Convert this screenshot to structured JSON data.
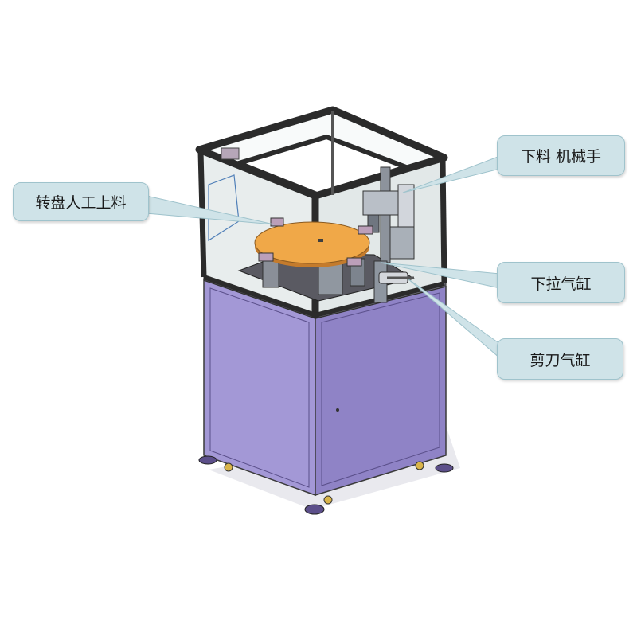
{
  "callouts": {
    "turntable_loading": "转盘人工上料",
    "unloading_robot": "下料 机械手",
    "pull_down_cylinder": "下拉气缸",
    "cutter_cylinder": "剪刀气缸"
  },
  "colors": {
    "cabinet": "#9f93d3",
    "cabinet_dark": "#7f73b3",
    "frame": "#2e2e2e",
    "turntable": "#f0a848",
    "glass": "#e7ecec",
    "callout_fill": "#cfe3e8",
    "callout_border": "#9fc3cc"
  }
}
